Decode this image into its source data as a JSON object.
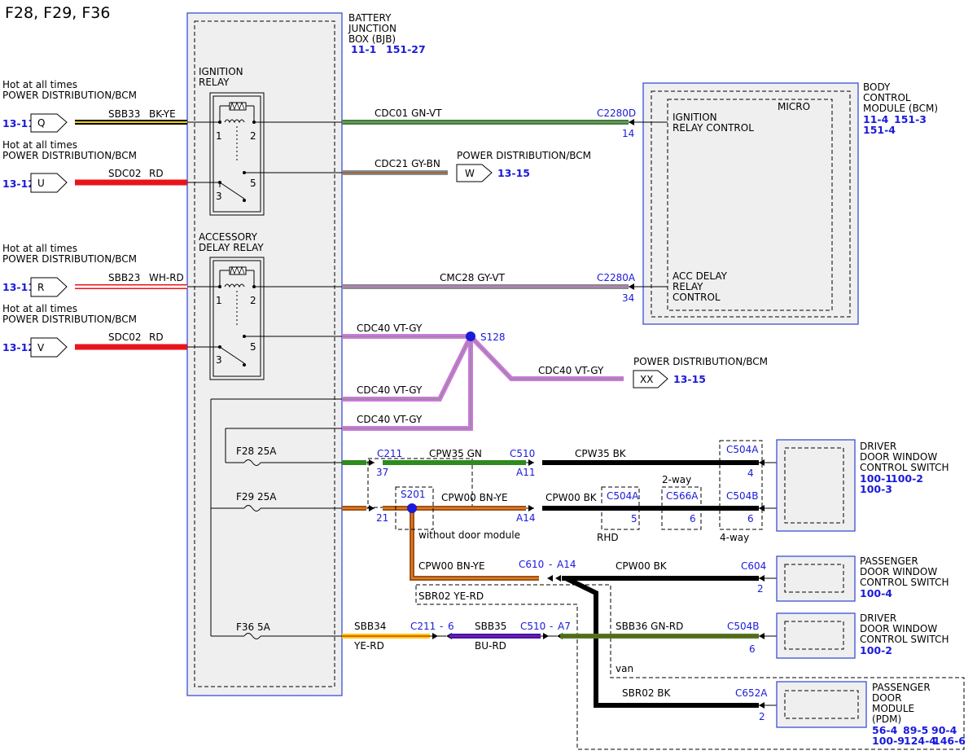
{
  "title": "F28, F29, F36",
  "colors": {
    "ref_blue": "#1a1adb",
    "box_blue": "#3b4fd6",
    "module_fill": "#efefef",
    "wire_red": "#e8141b",
    "wire_green": "#2e8b1e",
    "wire_black": "#000000",
    "wire_violet": "#cc7adb",
    "wire_brown": "#a0521a",
    "wire_orange": "#f28a1e",
    "wire_yellow": "#f0d000",
    "wire_grey": "#8a8a8a",
    "wire_blue": "#2a1ad0"
  },
  "bjb": {
    "label1": "BATTERY",
    "label2": "JUNCTION",
    "label3": "BOX (BJB)",
    "ref1": "11-1",
    "ref2": "151-27"
  },
  "bcm": {
    "label1": "BODY",
    "label2": "CONTROL",
    "label3": "MODULE (BCM)",
    "ref1": "11-4",
    "ref2": "151-3",
    "ref3": "151-4",
    "micro": "MICRO",
    "ign1": "IGNITION",
    "ign2": "RELAY CONTROL",
    "acc1": "ACC DELAY",
    "acc2": "RELAY",
    "acc3": "CONTROL",
    "c1": "C2280D",
    "p1": "14",
    "c2": "C2280A",
    "p2": "34"
  },
  "ign_relay": {
    "l1": "IGNITION",
    "l2": "RELAY",
    "p1": "1",
    "p2": "2",
    "p3": "3",
    "p5": "5"
  },
  "acc_relay": {
    "l1": "ACCESSORY",
    "l2": "DELAY RELAY",
    "p1": "1",
    "p2": "2",
    "p3": "3",
    "p5": "5"
  },
  "inputs": [
    {
      "hot": "Hot at all times",
      "src": "POWER DISTRIBUTION/BCM",
      "ref": "13-11",
      "pin": "Q",
      "circuit": "SBB33",
      "color": "BK-YE"
    },
    {
      "hot": "Hot at all times",
      "src": "POWER DISTRIBUTION/BCM",
      "ref": "13-12",
      "pin": "U",
      "circuit": "SDC02",
      "color": "RD"
    },
    {
      "hot": "Hot at all times",
      "src": "POWER DISTRIBUTION/BCM",
      "ref": "13-11",
      "pin": "R",
      "circuit": "SBB23",
      "color": "WH-RD"
    },
    {
      "hot": "Hot at all times",
      "src": "POWER DISTRIBUTION/BCM",
      "ref": "13-12",
      "pin": "V",
      "circuit": "SDC02",
      "color": "RD"
    }
  ],
  "wires": {
    "cdc01": "CDC01  GN-VT",
    "cdc21": "CDC21  GY-BN",
    "cmc28": "CMC28  GY-VT",
    "cdc40": "CDC40  VT-GY",
    "cpw35gn": "CPW35  GN",
    "cpw35bk": "CPW35  BK",
    "cpw00bnye": "CPW00  BN-YE",
    "cpw00bk": "CPW00  BK",
    "sbr02yerd": "SBR02  YE-RD",
    "sbb34": "SBB34",
    "sbb34c": "YE-RD",
    "sbb35": "SBB35",
    "sbb35c": "BU-RD",
    "sbb36": "SBB36  GN-RD",
    "sbr02bk": "SBR02  BK"
  },
  "pd_w": {
    "label": "POWER DISTRIBUTION/BCM",
    "pin": "W",
    "ref": "13-15"
  },
  "pd_xx": {
    "label": "POWER DISTRIBUTION/BCM",
    "pin": "XX",
    "ref": "13-15"
  },
  "splices": {
    "s128": "S128",
    "s201": "S201",
    "s201note": "without door module"
  },
  "fuses": {
    "f28": "F28  25A",
    "f29": "F29  25A",
    "f36": "F36  5A"
  },
  "connectors": {
    "c211": "C211",
    "c211p1": "37",
    "c211p2": "21",
    "c510": "C510",
    "c510p1": "A11",
    "c510p2": "A14",
    "c504a": "C504A",
    "c504a_p": "5",
    "c566a": "C566A",
    "c566a_p": "6",
    "c504a_top": "C504A",
    "c504a_top_p": "4",
    "c504b": "C504B",
    "c504b_p": "6",
    "twoway": "2-way",
    "fourway": "4-way",
    "rhd": "RHD",
    "c610": "C610",
    "a14": "A14",
    "dash": "-",
    "c604": "C604",
    "c604p": "2",
    "c211b": "C211",
    "c211bp": "6",
    "c510b": "C510",
    "a7": "A7",
    "c504b2": "C504B",
    "c504b2p": "6",
    "c652a": "C652A",
    "c652ap": "2",
    "van": "van"
  },
  "modules": {
    "dwcs": {
      "l1": "DRIVER",
      "l2": "DOOR WINDOW",
      "l3": "CONTROL SWITCH",
      "r1": "100-1",
      "r2": "100-2",
      "r3": "100-3"
    },
    "pwcs": {
      "l1": "PASSENGER",
      "l2": "DOOR WINDOW",
      "l3": "CONTROL SWITCH",
      "r1": "100-4"
    },
    "dwcs2": {
      "l1": "DRIVER",
      "l2": "DOOR WINDOW",
      "l3": "CONTROL SWITCH",
      "r1": "100-2"
    },
    "pdm": {
      "l1": "PASSENGER",
      "l2": "DOOR",
      "l3": "MODULE",
      "l4": "(PDM)",
      "r1": "56-4",
      "r2": "89-5",
      "r3": "90-4",
      "r4": "100-9",
      "r5": "124-4",
      "r6": "146-6"
    }
  }
}
